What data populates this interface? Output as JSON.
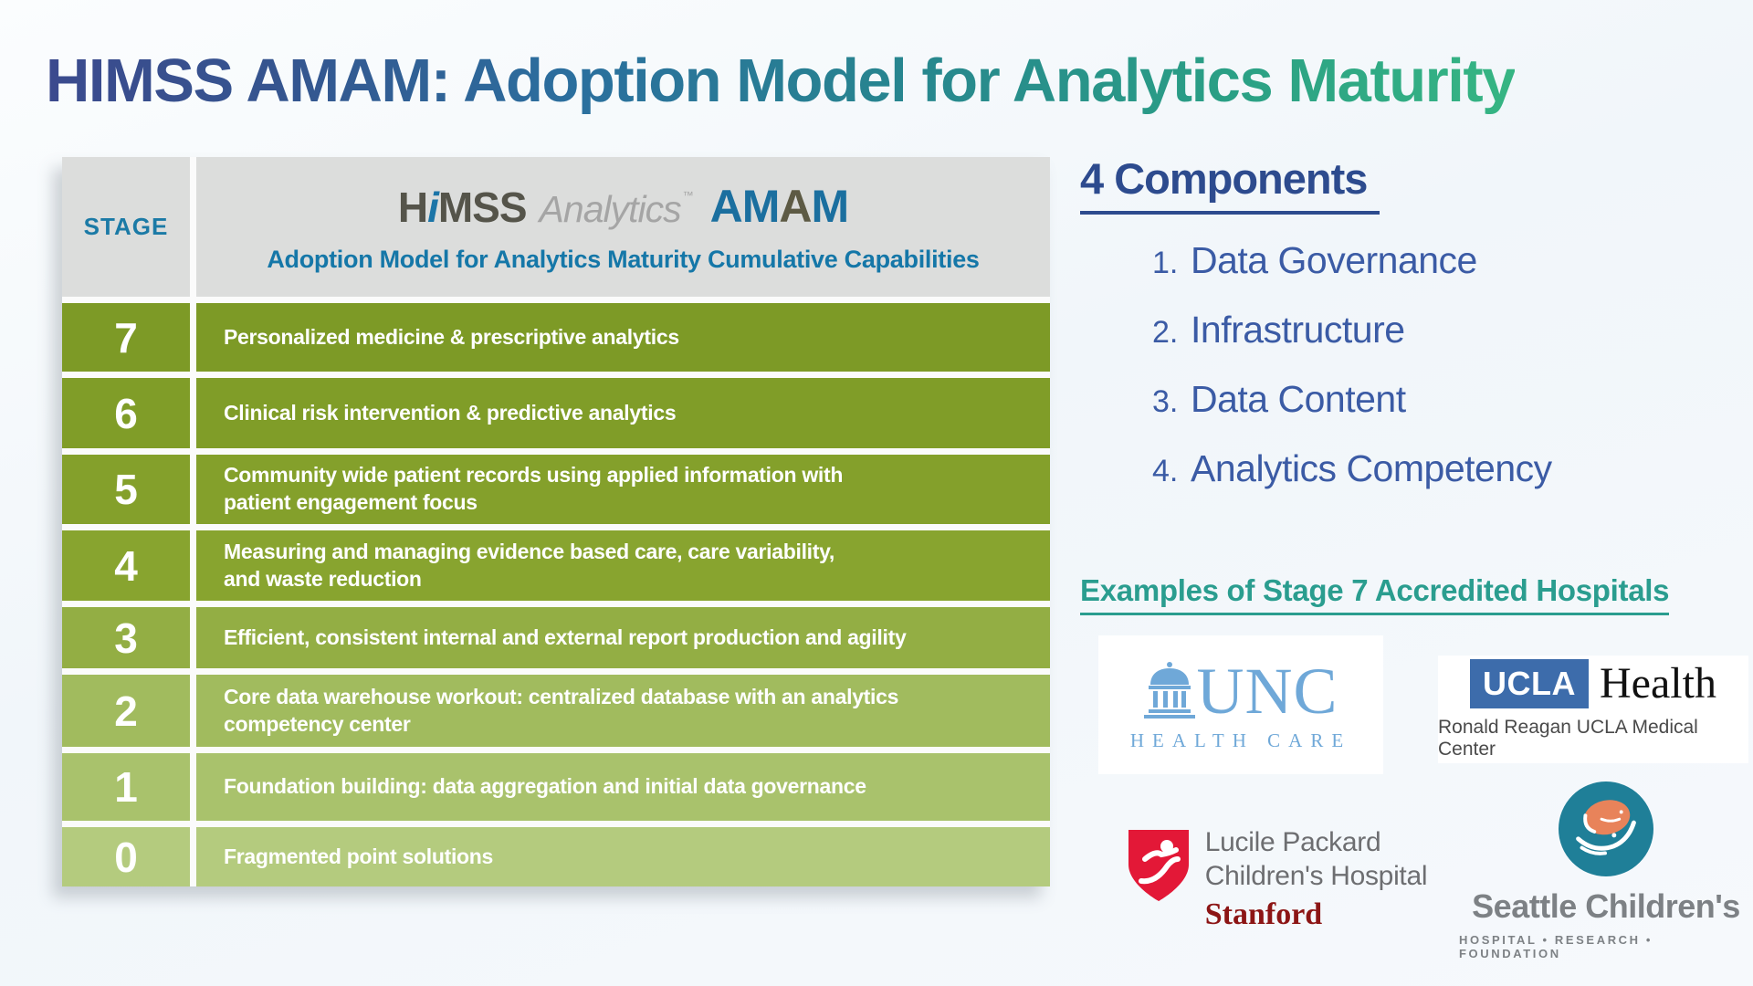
{
  "slide": {
    "title": "HIMSS AMAM: Adoption Model for Analytics Maturity"
  },
  "table": {
    "stage_header": "STAGE",
    "logo": {
      "himss_h": "H",
      "himss_i": "i",
      "himss_mss": "MSS",
      "analytics": "Analytics",
      "trademark": "™",
      "amam": [
        "A",
        "M",
        "A",
        "M"
      ]
    },
    "subtitle": "Adoption Model for Analytics Maturity Cumulative Capabilities",
    "rows": [
      {
        "stage": "7",
        "description": "Personalized medicine & prescriptive analytics",
        "color": "#7d9a26"
      },
      {
        "stage": "6",
        "description": "Clinical risk intervention & predictive analytics",
        "color": "#809d28"
      },
      {
        "stage": "5",
        "description": "Community wide patient records using applied information with\npatient engagement focus",
        "color": "#84a02b"
      },
      {
        "stage": "4",
        "description": "Measuring and managing evidence based care, care variability,\nand waste reduction",
        "color": "#88a42f"
      },
      {
        "stage": "3",
        "description": "Efficient, consistent internal and external report production and agility",
        "color": "#93ae44"
      },
      {
        "stage": "2",
        "description": "Core data warehouse workout: centralized database with an analytics\ncompetency center",
        "color": "#a1bb5e"
      },
      {
        "stage": "1",
        "description": "Foundation building: data aggregation and initial data governance",
        "color": "#a9c26c"
      },
      {
        "stage": "0",
        "description": "Fragmented point solutions",
        "color": "#b4cb7e"
      }
    ]
  },
  "components": {
    "heading": "4 Components",
    "items": [
      {
        "number": "1.",
        "label": "Data Governance"
      },
      {
        "number": "2.",
        "label": "Infrastructure"
      },
      {
        "number": "3.",
        "label": "Data Content"
      },
      {
        "number": "4.",
        "label": "Analytics Competency"
      }
    ]
  },
  "examples": {
    "heading": "Examples of Stage 7 Accredited Hospitals",
    "hospitals": {
      "unc": {
        "name": "UNC Health Care",
        "wordmark": "UNC",
        "subtext": "HEALTH CARE"
      },
      "ucla": {
        "name": "UCLA Health",
        "badge": "UCLA",
        "wordmark": "Health",
        "subtext": "Ronald Reagan UCLA Medical Center"
      },
      "packard": {
        "name": "Lucile Packard Children's Hospital Stanford",
        "line1": "Lucile Packard",
        "line2": "Children's Hospital",
        "line3": "Stanford"
      },
      "seattle": {
        "name": "Seattle Children's",
        "wordmark": "Seattle Children's",
        "subtext": "HOSPITAL • RESEARCH • FOUNDATION"
      }
    }
  },
  "colors": {
    "title_navy": "#3b4a8e",
    "title_teal": "#27858f",
    "title_green": "#36b583",
    "table_header_bg": "#dcdddc",
    "table_header_blue": "#1b7aa6",
    "himss_dark": "#55544a",
    "himss_gray": "#a5a5a5",
    "amam_blue": "#1b6f9f",
    "amam_dark": "#5d5a44",
    "components_navy": "#2d4b8e",
    "components_blue": "#3b5ba5",
    "examples_teal": "#2a9d8f",
    "unc_blue": "#6fa8d8",
    "ucla_blue": "#3d6cab",
    "packard_red": "#e31837",
    "stanford_red": "#8c1515",
    "seattle_teal": "#1f7f98",
    "seattle_orange": "#e8835a",
    "logo_gray": "#6d6e71"
  }
}
